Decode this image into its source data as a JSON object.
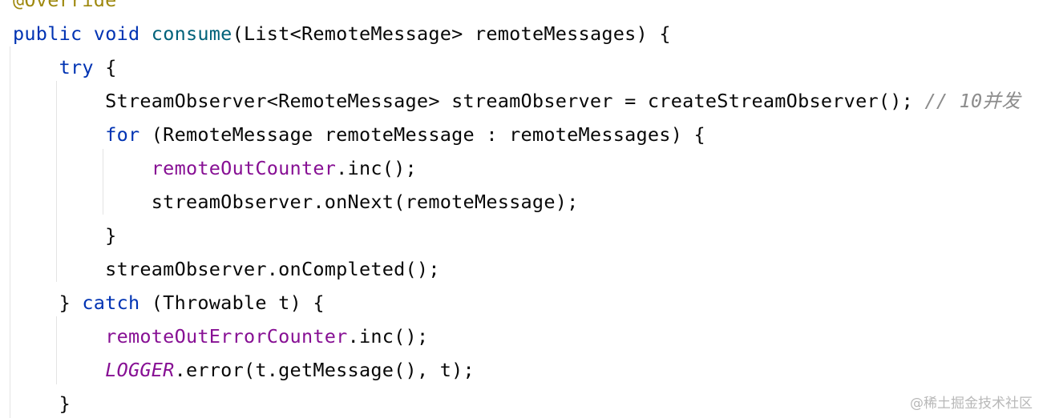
{
  "editor": {
    "lines": [
      {
        "tokens": [
          {
            "t": "@Override",
            "c": "anno"
          }
        ]
      },
      {
        "tokens": [
          {
            "t": "public",
            "c": "kw"
          },
          {
            "t": " ",
            "c": "plain"
          },
          {
            "t": "void",
            "c": "kw"
          },
          {
            "t": " ",
            "c": "plain"
          },
          {
            "t": "consume",
            "c": "fn"
          },
          {
            "t": "(List<RemoteMessage> remoteMessages) {",
            "c": "plain"
          }
        ]
      },
      {
        "tokens": [
          {
            "t": "    ",
            "c": "plain"
          },
          {
            "t": "try",
            "c": "kw"
          },
          {
            "t": " {",
            "c": "plain"
          }
        ]
      },
      {
        "tokens": [
          {
            "t": "        StreamObserver<RemoteMessage> streamObserver = createStreamObserver(); ",
            "c": "plain"
          },
          {
            "t": "// 10并发",
            "c": "cmt"
          }
        ]
      },
      {
        "tokens": [
          {
            "t": "        ",
            "c": "plain"
          },
          {
            "t": "for",
            "c": "kw"
          },
          {
            "t": " (RemoteMessage remoteMessage : remoteMessages) {",
            "c": "plain"
          }
        ]
      },
      {
        "tokens": [
          {
            "t": "            ",
            "c": "plain"
          },
          {
            "t": "remoteOutCounter",
            "c": "field"
          },
          {
            "t": ".inc();",
            "c": "plain"
          }
        ]
      },
      {
        "tokens": [
          {
            "t": "            streamObserver.onNext(remoteMessage);",
            "c": "plain"
          }
        ]
      },
      {
        "tokens": [
          {
            "t": "        }",
            "c": "plain"
          }
        ]
      },
      {
        "tokens": [
          {
            "t": "        streamObserver.onCompleted();",
            "c": "plain"
          }
        ]
      },
      {
        "tokens": [
          {
            "t": "    } ",
            "c": "plain"
          },
          {
            "t": "catch",
            "c": "kw"
          },
          {
            "t": " (Throwable t) {",
            "c": "plain"
          }
        ]
      },
      {
        "tokens": [
          {
            "t": "        ",
            "c": "plain"
          },
          {
            "t": "remoteOutErrorCounter",
            "c": "field"
          },
          {
            "t": ".inc();",
            "c": "plain"
          }
        ]
      },
      {
        "tokens": [
          {
            "t": "        ",
            "c": "plain"
          },
          {
            "t": "LOGGER",
            "c": "static-field"
          },
          {
            "t": ".error(t.getMessage(), t);",
            "c": "plain"
          }
        ]
      },
      {
        "tokens": [
          {
            "t": "    }",
            "c": "plain"
          }
        ]
      }
    ]
  },
  "colors": {
    "keyword": "#0033b3",
    "method_declaration": "#00627a",
    "instance_field": "#871094",
    "comment": "#8c8c8c",
    "annotation": "#9e880d",
    "default_text": "#080808",
    "indent_guide": "#e4e4e4"
  },
  "watermark": {
    "text": "@稀土掘金技术社区"
  }
}
